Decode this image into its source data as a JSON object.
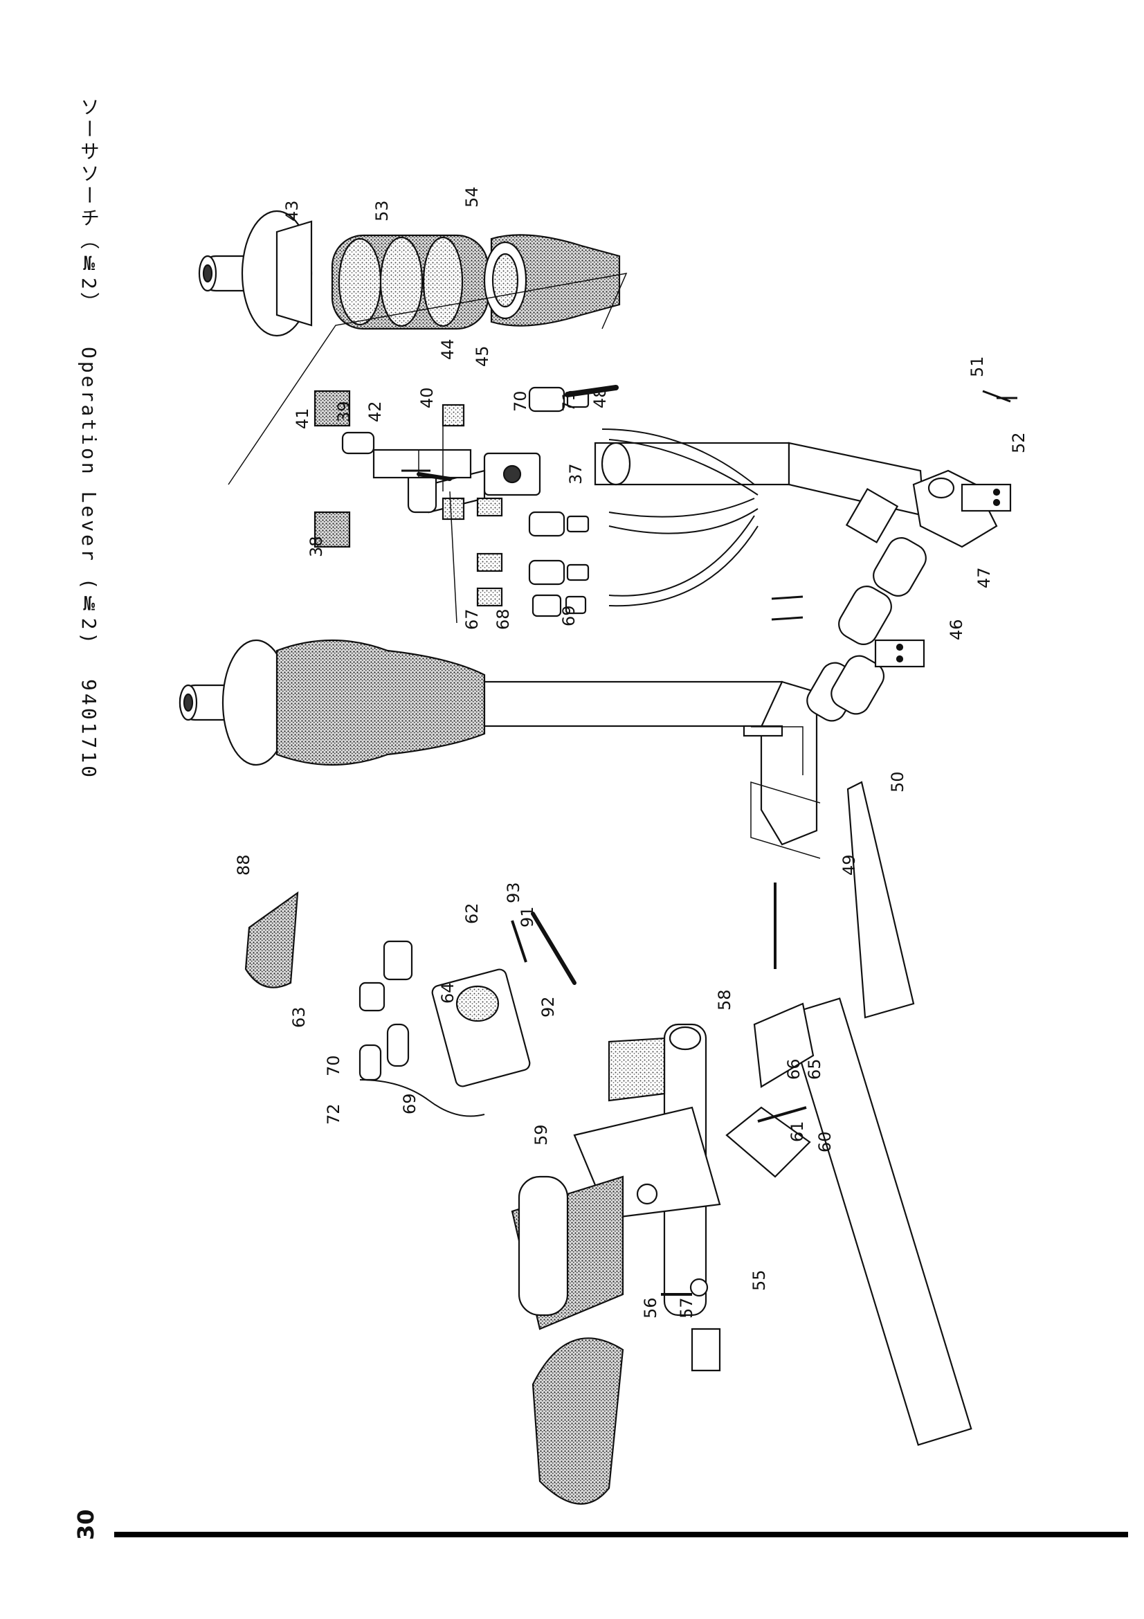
{
  "header": {
    "japanese_title": "ソーサソーチ（№2）",
    "english_title": "Operation Lever (№2)",
    "code": "9401710"
  },
  "page_number": "30",
  "callouts": [
    "43",
    "53",
    "54",
    "44",
    "45",
    "41",
    "39",
    "42",
    "40",
    "70",
    "71",
    "48",
    "38",
    "37",
    "67",
    "68",
    "69",
    "51",
    "52",
    "47",
    "46",
    "50",
    "49",
    "88",
    "62",
    "93",
    "91",
    "92",
    "63",
    "64",
    "70",
    "72",
    "69",
    "58",
    "66",
    "65",
    "59",
    "61",
    "60",
    "55",
    "56",
    "57"
  ]
}
